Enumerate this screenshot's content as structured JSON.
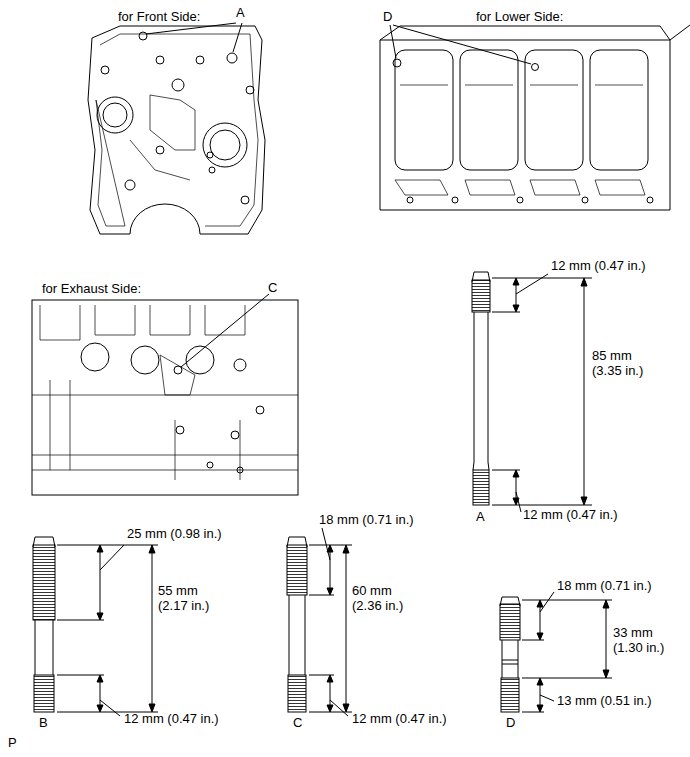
{
  "diagram": {
    "labels": [
      "for Front Side:",
      "A",
      "for Lower Side:",
      "D",
      "for Exhaust Side:",
      "C",
      "12 mm (0.47 in.)",
      "85 mm (3.35 in.)",
      "A",
      "12 mm (0.47 in.)",
      "25 mm (0.98 in.)",
      "55 mm (2.17 in.)",
      "B",
      "12 mm (0.47 in.)",
      "18 mm (0.71 in.)",
      "60 mm (2.36 in.)",
      "C",
      "12 mm (0.47 in.)",
      "18 mm (0.71 in.)",
      "33 mm (1.30 in.)",
      "D",
      "13 mm (0.51 in.)",
      "P"
    ]
  }
}
